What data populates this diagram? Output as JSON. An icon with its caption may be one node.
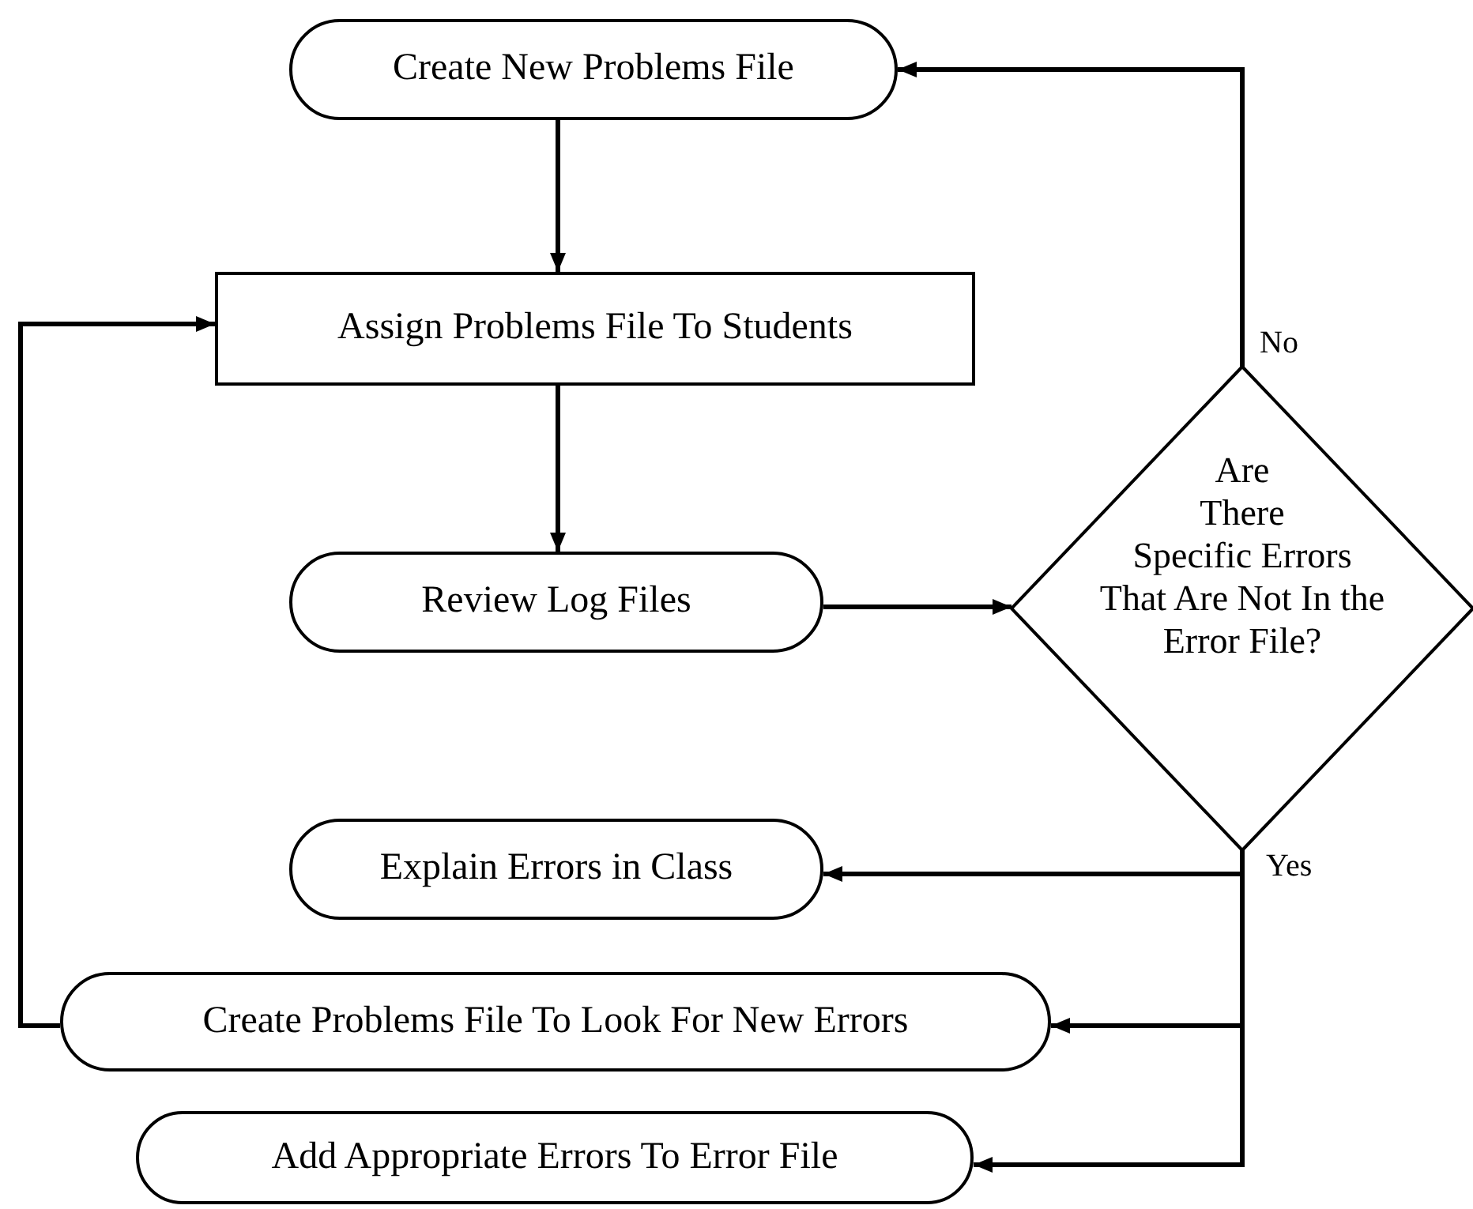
{
  "diagram": {
    "nodes": [
      {
        "text": [
          "Create New Problems File"
        ]
      },
      {
        "text": [
          "Assign Problems File To Students"
        ]
      },
      {
        "text": [
          "Review Log Files"
        ]
      },
      {
        "text": [
          "Are There Specific Errors That Are Not In the Error File?"
        ]
      },
      {
        "text": [
          "Explain Errors in Class"
        ]
      },
      {
        "text": [
          "Create Problems File To Look For New Errors"
        ]
      },
      {
        "text": [
          "Add Appropriate Errors To Error File"
        ]
      }
    ],
    "edges": [
      {
        "from": 0,
        "to": 1,
        "arrow": "to"
      },
      {
        "from": 1,
        "to": 2,
        "arrow": "to"
      },
      {
        "from": 2,
        "to": 3,
        "arrow": "to"
      },
      {
        "from": 3,
        "to": 0,
        "arrow": "to",
        "label": "No"
      },
      {
        "from": 3,
        "to": 4,
        "arrow": "to",
        "label": "Yes"
      },
      {
        "from": 3,
        "to": 5,
        "arrow": "to"
      },
      {
        "from": 3,
        "to": 6,
        "arrow": "to"
      },
      {
        "from": 5,
        "to": 1,
        "arrow": "to"
      }
    ]
  }
}
